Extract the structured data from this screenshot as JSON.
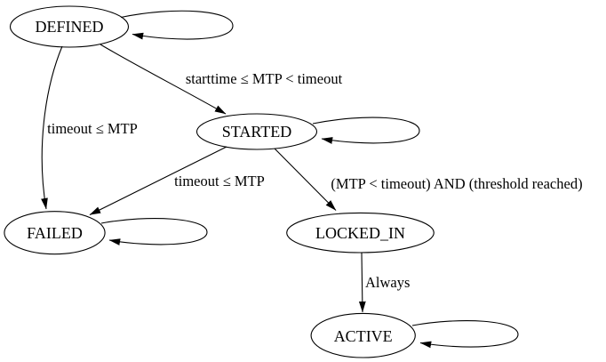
{
  "diagram": {
    "type": "state-machine",
    "background_color": "#ffffff",
    "stroke_color": "#000000",
    "text_color": "#000000",
    "nodes": [
      {
        "id": "DEFINED",
        "label": "DEFINED",
        "shape": "ellipse",
        "self_loop": true
      },
      {
        "id": "STARTED",
        "label": "STARTED",
        "shape": "ellipse",
        "self_loop": true
      },
      {
        "id": "FAILED",
        "label": "FAILED",
        "shape": "ellipse",
        "self_loop": true
      },
      {
        "id": "LOCKED_IN",
        "label": "LOCKED_IN",
        "shape": "ellipse",
        "self_loop": false
      },
      {
        "id": "ACTIVE",
        "label": "ACTIVE",
        "shape": "ellipse",
        "self_loop": true
      }
    ],
    "edges": [
      {
        "from": "DEFINED",
        "to": "STARTED",
        "label": "starttime ≤ MTP < timeout"
      },
      {
        "from": "DEFINED",
        "to": "FAILED",
        "label": "timeout ≤ MTP"
      },
      {
        "from": "STARTED",
        "to": "FAILED",
        "label": "timeout ≤ MTP"
      },
      {
        "from": "STARTED",
        "to": "LOCKED_IN",
        "label": "(MTP < timeout) AND (threshold reached)"
      },
      {
        "from": "LOCKED_IN",
        "to": "ACTIVE",
        "label": "Always"
      },
      {
        "from": "DEFINED",
        "to": "DEFINED",
        "label": ""
      },
      {
        "from": "STARTED",
        "to": "STARTED",
        "label": ""
      },
      {
        "from": "FAILED",
        "to": "FAILED",
        "label": ""
      },
      {
        "from": "ACTIVE",
        "to": "ACTIVE",
        "label": ""
      }
    ]
  }
}
